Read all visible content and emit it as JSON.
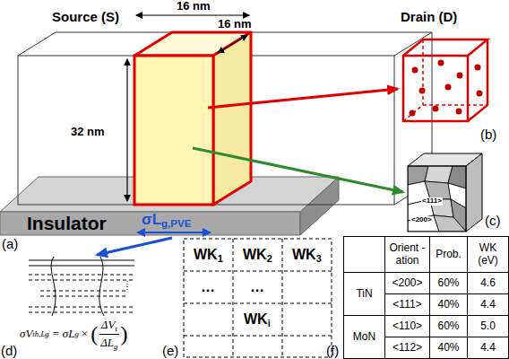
{
  "diagram": {
    "nodes": [
      {
        "text": [
          "Source (S)"
        ]
      },
      {
        "text": [
          "Drain (D)"
        ]
      },
      {
        "text": [
          "Insulator"
        ]
      }
    ],
    "labels": [
      "16 nm",
      "16 nm",
      "32 nm",
      "σL",
      "g,PVE",
      "(a)",
      "(b)",
      "<111>",
      "<200>",
      "(c)",
      "(d)",
      "σV",
      "th,Lg",
      "= σL",
      "g",
      "×",
      "(",
      "ΔV",
      "t",
      "ΔL",
      "g",
      ")",
      "(e)",
      "WK",
      "1",
      "WK",
      "2",
      "WK",
      "3",
      "…",
      "…",
      "WK",
      "i",
      "(f)",
      "Orient -ation",
      "Prob.",
      "WK (eV)",
      "TiN",
      "<200>",
      "60%",
      "4.6",
      "<111>",
      "40%",
      "4.4",
      "MoN",
      "<110>",
      "60%",
      "5.0",
      "<112>",
      "40%",
      "4.4"
    ]
  }
}
